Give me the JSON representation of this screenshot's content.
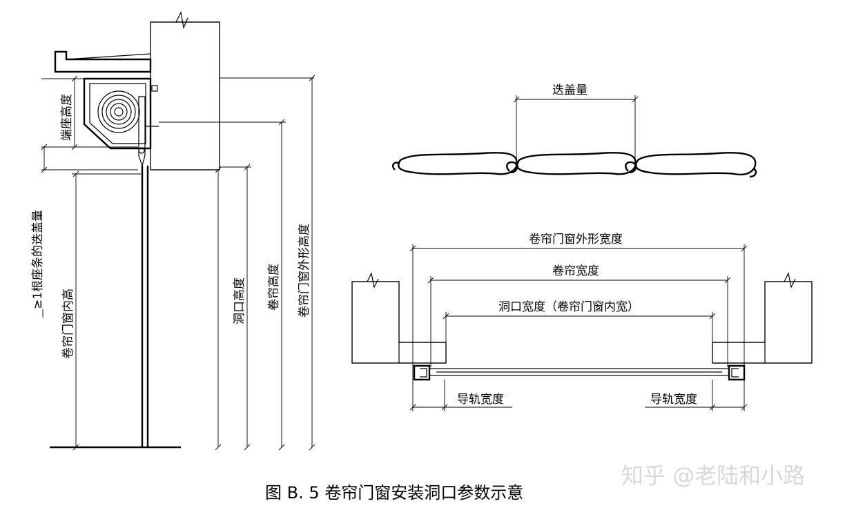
{
  "caption": "图 B. 5    卷帘门窗安装洞口参数示意",
  "watermark": "知乎 @老陆和小路",
  "side_view": {
    "box_height": "端座高度",
    "overlap_rule": "≥1根座条的迭盖量",
    "inner_height": "卷帘门窗内高",
    "opening_height": "洞口高度",
    "curtain_height": "卷帘高度",
    "outer_height": "卷帘门窗外形高度"
  },
  "slat_view": {
    "overlap": "迭盖量"
  },
  "plan_view": {
    "outer_width": "卷帘门窗外形宽度",
    "curtain_width": "卷帘宽度",
    "opening_width": "洞口宽度（卷帘门窗内宽）",
    "rail_width_left": "导轨宽度",
    "rail_width_right": "导轨宽度"
  }
}
